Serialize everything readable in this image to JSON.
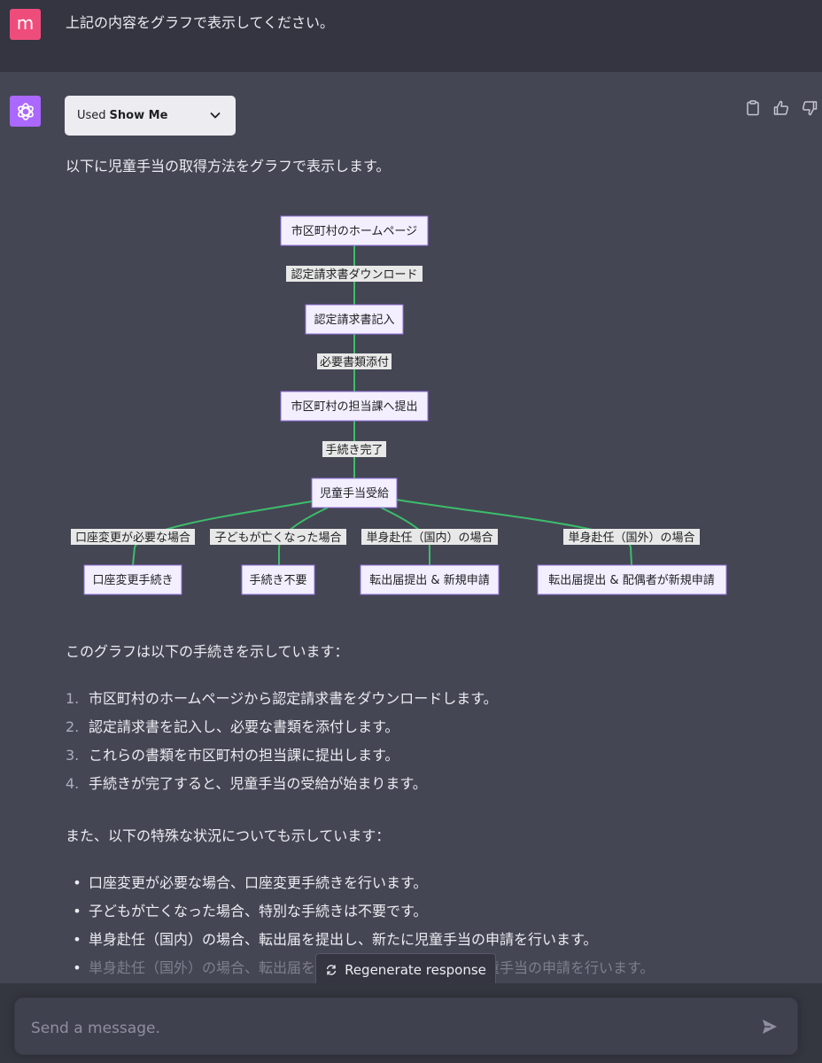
{
  "user": {
    "avatar_letter": "m",
    "message": "上記の内容をグラフで表示してください。"
  },
  "assistant": {
    "plugin_used_prefix": "Used",
    "plugin_name": "Show Me",
    "intro": "以下に児童手当の取得方法をグラフで表示します。",
    "graph": {
      "nodes": {
        "n1": "市区町村のホームページ",
        "n2": "認定請求書記入",
        "n3": "市区町村の担当課へ提出",
        "n4": "児童手当受給",
        "n5": "口座変更手続き",
        "n6": "手続き不要",
        "n7": "転出届提出 & 新規申請",
        "n8": "転出届提出 & 配偶者が新規申請"
      },
      "edges": {
        "e1": "認定請求書ダウンロード",
        "e2": "必要書類添付",
        "e3": "手続き完了",
        "e4": "口座変更が必要な場合",
        "e5": "子どもが亡くなった場合",
        "e6": "単身赴任（国内）の場合",
        "e7": "単身赴任（国外）の場合"
      },
      "colors": {
        "node_fill": "#f3efff",
        "node_stroke": "#9370db",
        "edge": "#3dbd6a"
      }
    },
    "summary": "このグラフは以下の手続きを示しています：",
    "steps": [
      "市区町村のホームページから認定請求書をダウンロードします。",
      "認定請求書を記入し、必要な書類を添付します。",
      "これらの書類を市区町村の担当課に提出します。",
      "手続きが完了すると、児童手当の受給が始まります。"
    ],
    "special_intro": "また、以下の特殊な状況についても示しています：",
    "special_cases": [
      "口座変更が必要な場合、口座変更手続きを行います。",
      "子どもが亡くなった場合、特別な手続きは不要です。",
      "単身赴任（国内）の場合、転出届を提出し、新たに児童手当の申請を行います。",
      "単身赴任（国外）の場合、転出届を提出し、配偶者が新たに児童手当の申請を行います。"
    ]
  },
  "regenerate_label": "Regenerate response",
  "input": {
    "placeholder": "Send a message."
  },
  "icons": [
    "clipboard-icon",
    "thumbs-up-icon",
    "thumbs-down-icon",
    "openai-logo-icon",
    "refresh-icon",
    "send-icon",
    "chevron-down-icon"
  ]
}
